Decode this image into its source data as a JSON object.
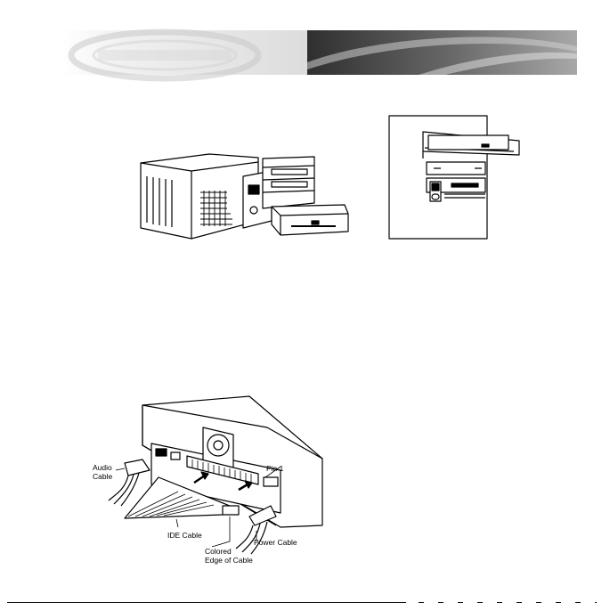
{
  "header": {
    "watermark_text": "",
    "band_color_dark": "#3a3a3a",
    "band_color_light": "#e6e6e6"
  },
  "figures": {
    "case_drive_bay": {
      "icon": "case-drive-bay-illustration"
    },
    "tower_pc": {
      "icon": "tower-pc-illustration"
    },
    "drive_connections": {
      "icon": "drive-rear-connections-illustration",
      "labels": {
        "audio_cable": "Audio\nCable",
        "pin1": "Pin 1",
        "ide_cable": "IDE Cable",
        "colored_edge": "Colored\nEdge of Cable",
        "power_cable": "Power Cable"
      }
    }
  }
}
